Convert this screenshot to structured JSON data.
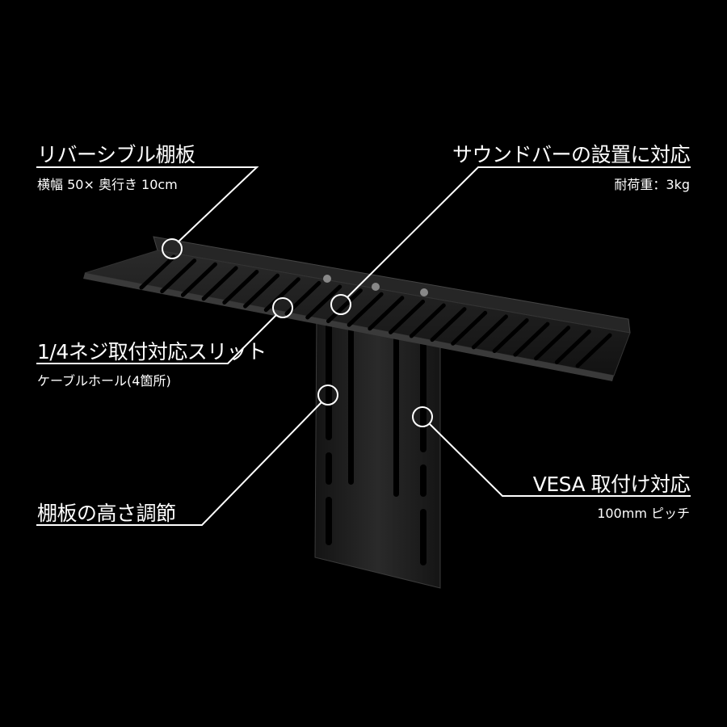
{
  "callouts": [
    {
      "title": "リバーシブル棚板",
      "subtitle": "横幅 50× 奥行き 10cm"
    },
    {
      "title": "サウンドバーの設置に対応",
      "subtitle": "耐荷重：3kg"
    },
    {
      "title": "1/4ネジ取付対応スリット",
      "subtitle": "ケーブルホール(4箇所)"
    },
    {
      "title": "棚板の高さ調節",
      "subtitle": ""
    },
    {
      "title": "VESA 取付け対応",
      "subtitle": "100mm ピッチ"
    }
  ],
  "colors": {
    "background": "#000000",
    "text": "#ffffff",
    "product": "#1c1c1c"
  }
}
